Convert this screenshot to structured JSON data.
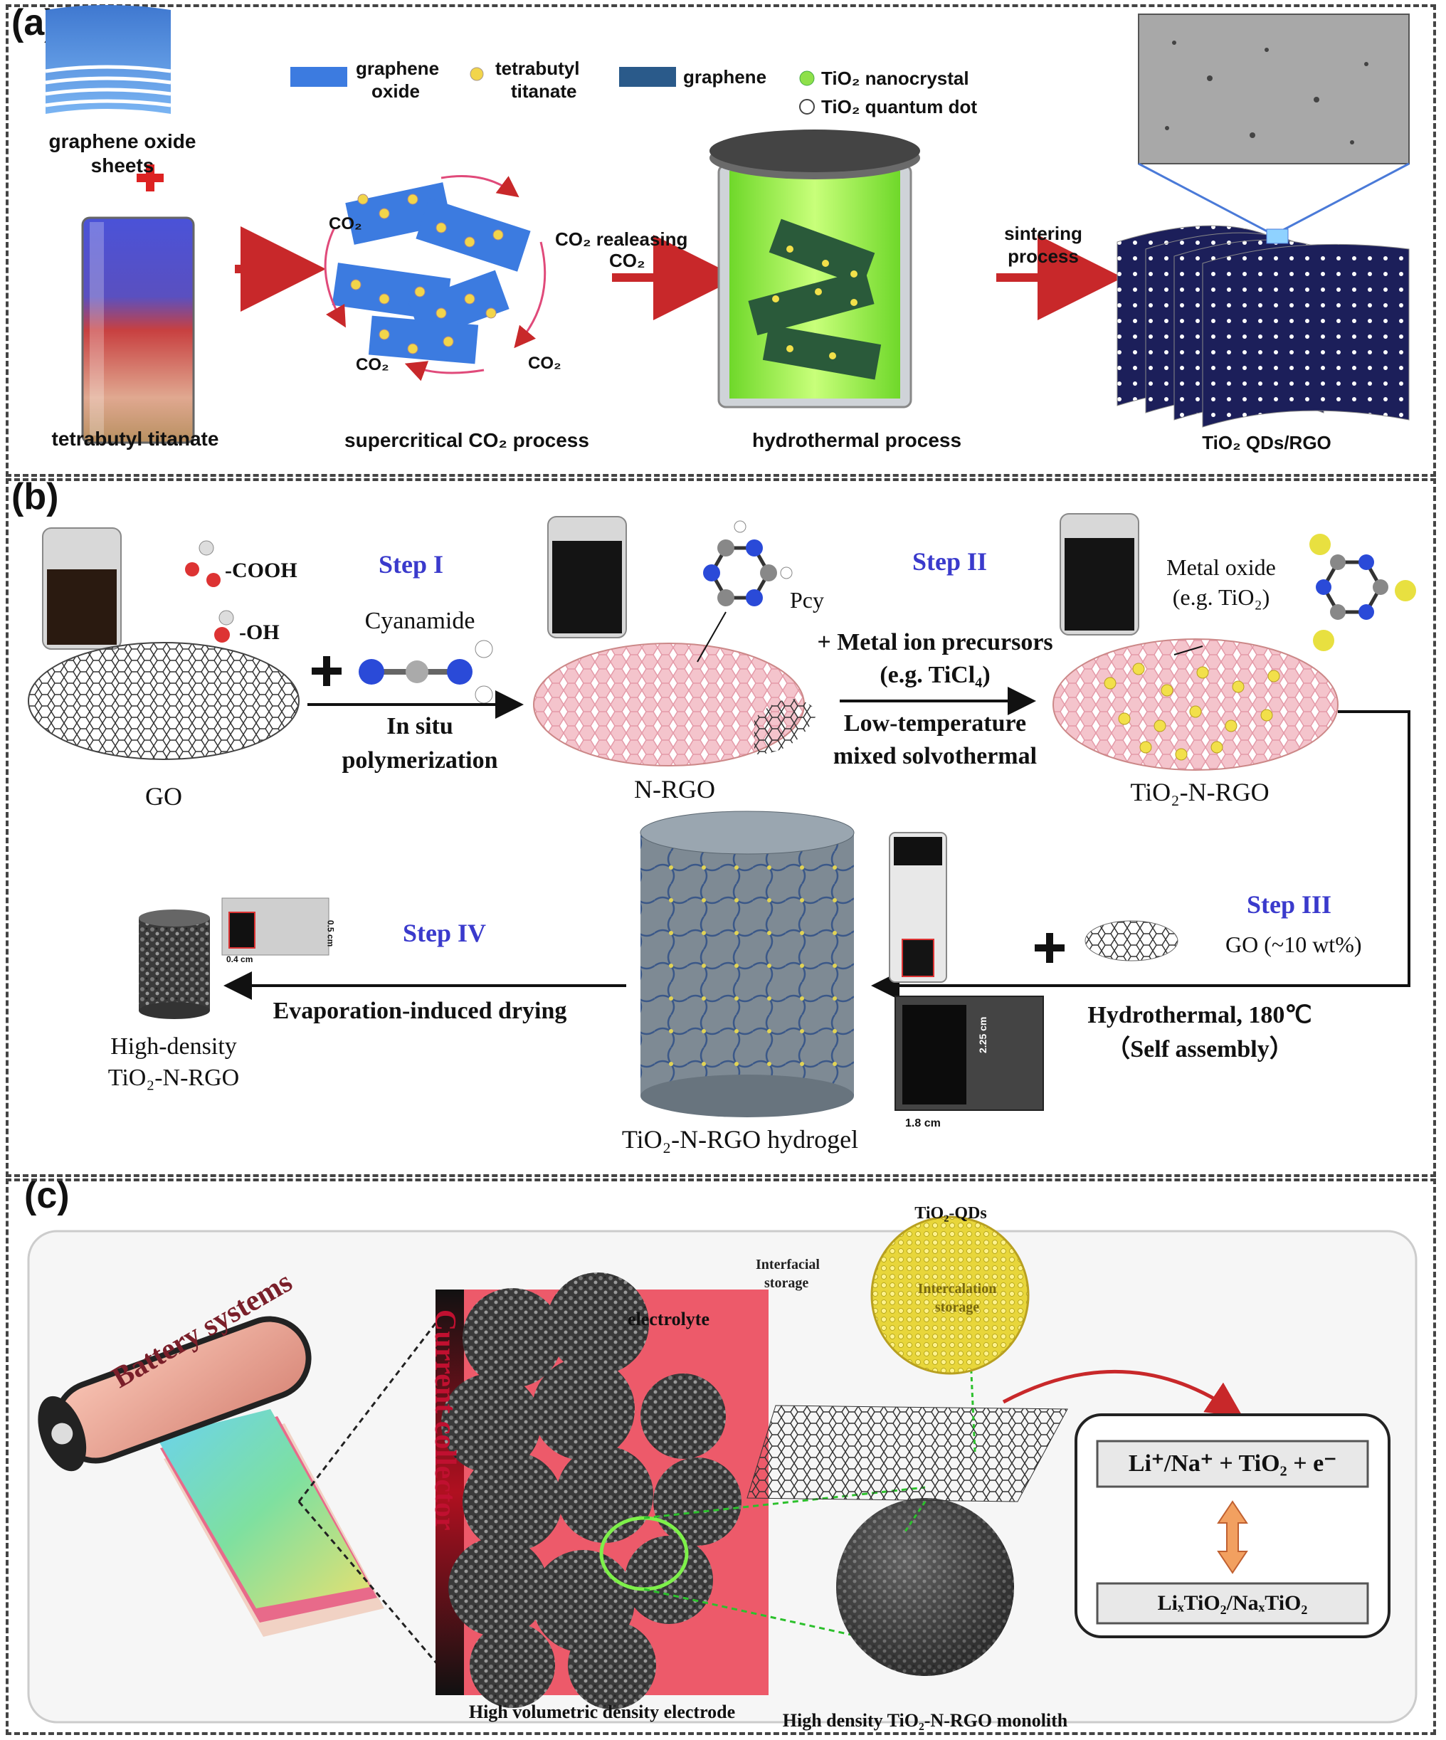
{
  "panels": {
    "a": {
      "label": "(a)",
      "legend": [
        {
          "label": "graphene oxide",
          "icon": "graphene-oxide-sheet"
        },
        {
          "label": "tetrabutyl titanate",
          "icon": "yellow-dot"
        },
        {
          "label": "graphene",
          "icon": "graphene-sheet"
        },
        {
          "label": "TiO₂ nanocrystal",
          "icon": "green-dot"
        },
        {
          "label": "TiO₂ quantum dot",
          "icon": "white-dot"
        }
      ],
      "legend_text": {
        "graphene1": "graphene",
        "graphene2": "oxide",
        "tt1": "tetrabutyl",
        "tt2": "titanate",
        "graphene": "graphene",
        "nanocrystal": "TiO₂ nanocrystal",
        "qdot": "TiO₂ quantum dot"
      },
      "go_sheets": "graphene  oxide",
      "go_sheets2": "sheets",
      "tt_caption": "tetrabutyl  titanate",
      "sc_caption": "supercritical CO₂ process",
      "hydro_caption": "hydrothermal process",
      "product_caption": "TiO₂ QDs/RGO",
      "co2": "CO₂",
      "releasing1": "CO₂ realeasing",
      "releasing2": "CO₂",
      "sintering1": "sintering",
      "sintering2": "process"
    },
    "b": {
      "label": "(b)",
      "cooh": "-COOH",
      "oh": "-OH",
      "step1": "Step I",
      "cyanamide": "Cyanamide",
      "insitu1": "In situ",
      "insitu2": "polymerization",
      "go": "GO",
      "pcy": "Pcy",
      "nrgo": "N-RGO",
      "step2": "Step II",
      "metal_ion1": "+ Metal ion precursors",
      "metal_ion2": "(e.g. TiCl₄)",
      "lowtemp1": "Low-temperature",
      "lowtemp2": "mixed solvothermal",
      "metal_oxide1": "Metal oxide",
      "metal_oxide2": "(e.g. TiO₂)",
      "tio2nrgo": "TiO₂-N-RGO",
      "step3": "Step III",
      "go10": "GO (~10 wt%)",
      "hydro1": "Hydrothermal, 180℃",
      "hydro2": "（Self assembly）",
      "hydrogel": "TiO₂-N-RGO hydrogel",
      "step4": "Step IV",
      "evap": "Evaporation-induced drying",
      "hd1": "High-density",
      "hd2": "TiO₂-N-RGO",
      "dim1": "2.25 cm",
      "dim2": "1.8 cm",
      "dim3": "0.4 cm",
      "dim4": "0.5 cm"
    },
    "c": {
      "label": "(c)",
      "battery": "Battery systems",
      "collector": "Current collector",
      "electrolyte": "electrolyte",
      "electrode": "High volumetric density electrode",
      "qds": "TiO₂-QDs",
      "interfacial1": "Interfacial",
      "interfacial2": "storage",
      "intercalation1": "Intercalation",
      "intercalation2": "storage",
      "monolith": "High density TiO₂-N-RGO monolith",
      "reaction_top": "Li⁺/Na⁺ + TiO₂ + e⁻",
      "reaction_bottom": "LiₓTiO₂/NaₓTiO₂"
    }
  },
  "colors": {
    "arrow_red": "#c8282a",
    "green_gel": "#8ef04a",
    "pink_sheet": "#f2b9c4",
    "yellow_dot": "#f2e04a",
    "collector_red": "#e84a5a",
    "step_blue": "#3a3acc",
    "hydrogel_grey": "#7e8a94"
  }
}
